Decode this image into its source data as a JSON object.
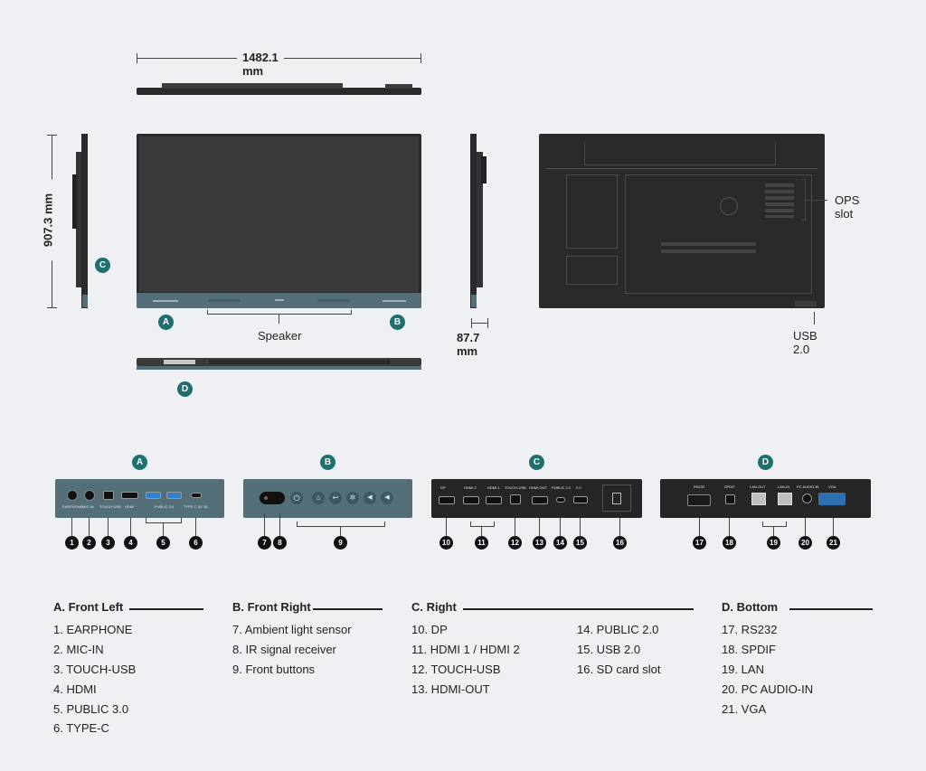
{
  "dimensions": {
    "width": "1482.1 mm",
    "height": "907.3 mm",
    "depth": "87.7 mm"
  },
  "callouts": {
    "speaker": "Speaker",
    "ops_slot": "OPS slot",
    "usb": "USB 2.0"
  },
  "badges": {
    "a": "A",
    "b": "B",
    "c": "C",
    "d": "D"
  },
  "panels": {
    "a": {
      "ports": [
        "EARPHONE",
        "MIC-IN",
        "TOUCH-USB",
        "HDMI",
        "PUBLIC 3.0",
        "TYPE-C 5V 3A"
      ]
    },
    "c": {
      "ports": [
        "DP",
        "HDMI 2",
        "HDMI 1",
        "TOUCH-USB",
        "HDMI-OUT",
        "PUBLIC 2.0",
        "2.0"
      ]
    },
    "d": {
      "ports": [
        "RS232",
        "SPDIF",
        "LAN-OUT",
        "LAN-IN",
        "PC AUDIO-IN",
        "VGA"
      ]
    }
  },
  "numbers": [
    "1",
    "2",
    "3",
    "4",
    "5",
    "6",
    "7",
    "8",
    "9",
    "10",
    "11",
    "12",
    "13",
    "14",
    "15",
    "16",
    "17",
    "18",
    "19",
    "20",
    "21"
  ],
  "legend": {
    "a": {
      "title": "A. Front Left",
      "items": [
        "1. EARPHONE",
        "2. MIC-IN",
        "3. TOUCH-USB",
        "4. HDMI",
        "5. PUBLIC 3.0",
        "6. TYPE-C"
      ]
    },
    "b": {
      "title": "B. Front Right",
      "items": [
        "7. Ambient light sensor",
        "8. IR signal receiver",
        "9. Front buttons"
      ]
    },
    "c": {
      "title": "C. Right",
      "items_col1": [
        "10. DP",
        "11. HDMI 1 / HDMI 2",
        "12. TOUCH-USB",
        "13. HDMI-OUT"
      ],
      "items_col2": [
        "14. PUBLIC 2.0",
        "15. USB 2.0",
        "16. SD card slot"
      ]
    },
    "d": {
      "title": "D. Bottom",
      "items": [
        "17. RS232",
        "18. SPDIF",
        "19. LAN",
        "20. PC AUDIO-IN",
        "21. VGA"
      ]
    }
  },
  "colors": {
    "bezel": "#546f78",
    "badge": "#1f6f6f",
    "screen": "#3a3a3a",
    "back": "#262626"
  }
}
